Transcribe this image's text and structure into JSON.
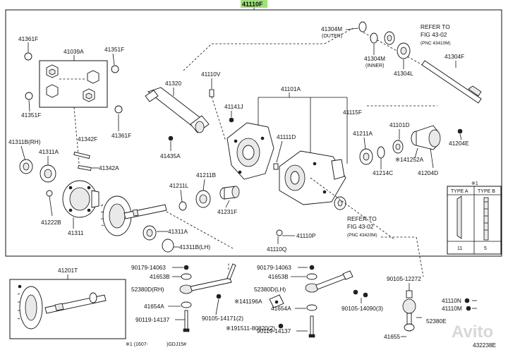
{
  "diagram_code": "432238E",
  "watermark": "Avito",
  "highlight_label": "41110F",
  "labels": {
    "p41361F": "41361F",
    "p41039A": "41039A",
    "p41351F_top": "41351F",
    "p41351F_left": "41351F",
    "p41361F_b": "41361F",
    "p41342F": "41342F",
    "p41342A": "41342A",
    "p41311B_RH": "41311B(RH)",
    "p41311A_left": "41311A",
    "p41222B": "41222B",
    "p41311": "41311",
    "p41320": "41320",
    "p41110V": "41110V",
    "p41141J": "41141J",
    "p41435A": "41435A",
    "p41101A": "41101A",
    "p41111D": "41111D",
    "p41211L": "41211L",
    "p41211B": "41211B",
    "p41231F": "41231F",
    "p41311A_mid": "41311A",
    "p41311B_LH": "41311B(LH)",
    "p41110P": "41110P",
    "p41110Q": "41110Q",
    "p41115F": "41115F",
    "p41211A": "41211A",
    "p41214C": "41214C",
    "p41101D": "41101D",
    "p141252A": "※141252A",
    "p41204E": "41204E",
    "p41204D": "41204D",
    "p41304M_outer": "41304M",
    "outer": "(OUTER)",
    "p41304M_inner": "41304M",
    "inner": "(INNER)",
    "p41304L": "41304L",
    "p41304F": "41304F",
    "refer1_a": "REFER TO",
    "refer1_b": "FIG 43-02",
    "refer1_c": "(PNC 43410M)",
    "refer2_a": "REFER TO",
    "refer2_b": "FIG 43-02",
    "refer2_c": "(PNC 43420M)",
    "note1_prefix": "※1",
    "p41201T": "41201T",
    "p90179_a": "90179-14063",
    "p41653B_a": "41653B",
    "p52380D_RH": "52380D(RH)",
    "p41654A_a": "41654A",
    "p90119_a": "90119-14137",
    "p90105_14171": "90105-14171(2)",
    "p141196A": "※141196A",
    "p191511": "※191511-80820(2)",
    "p90179_b": "90179-14063",
    "p41653B_b": "41653B",
    "p52380D_LH": "52380D(LH)",
    "p41654A_b": "41654A",
    "p90119_b": "90119-14137",
    "p90105_14090": "90105-14090(3)",
    "p90105_12272": "90105-12272",
    "p41110N": "41110N",
    "p41110M": "41110M",
    "p52380E": "52380E",
    "p41655": "41655",
    "foot_left": "※1 (1607-",
    "foot_mid": ")GDJ15#"
  },
  "type_legend": {
    "title": "※1",
    "col_a": "TYPE A",
    "col_b": "TYPE B",
    "val_a": "11",
    "val_b": "5"
  }
}
